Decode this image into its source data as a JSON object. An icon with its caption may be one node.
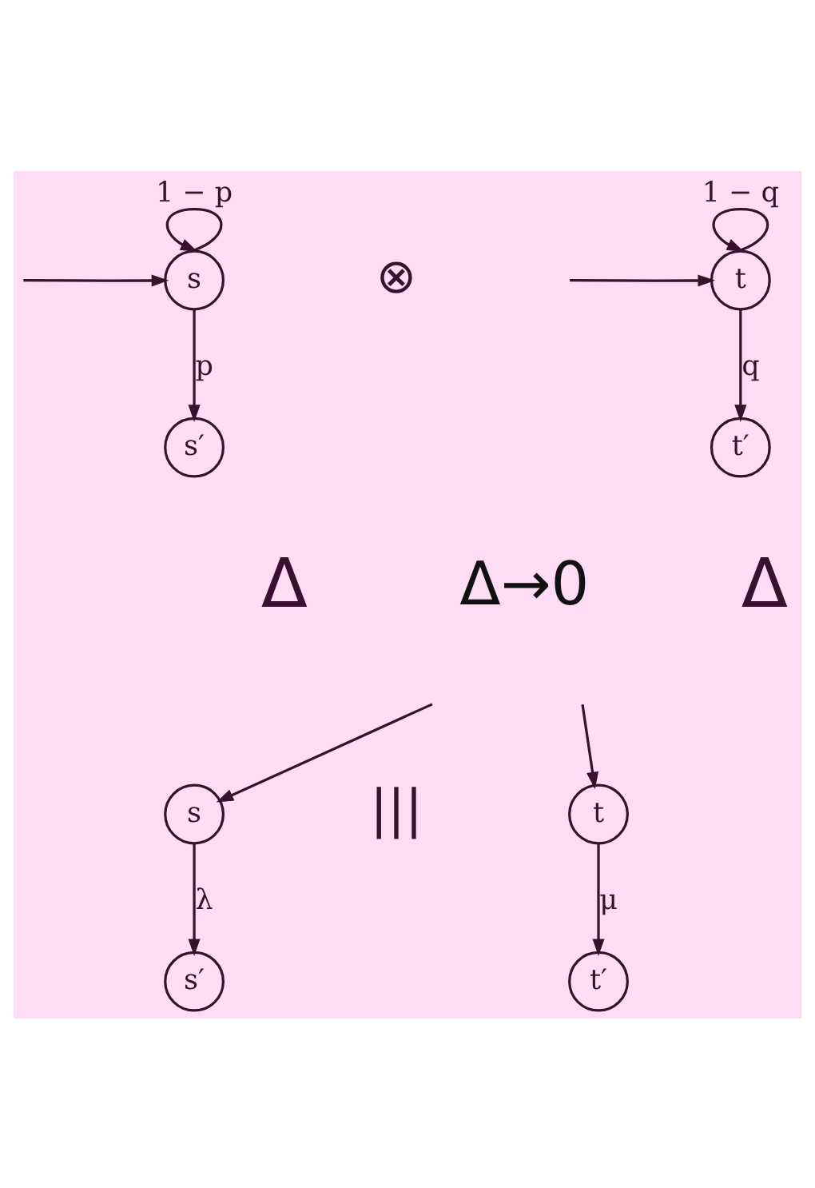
{
  "diagram": {
    "nodes": [
      {
        "text": [
          "s"
        ]
      },
      {
        "text": [
          "t"
        ]
      },
      {
        "text": [
          "s′"
        ]
      },
      {
        "text": [
          "t′"
        ]
      },
      {
        "text": [
          "s"
        ]
      },
      {
        "text": [
          "t"
        ]
      },
      {
        "text": [
          "s′"
        ]
      },
      {
        "text": [
          "t′"
        ]
      }
    ],
    "edges": [
      {
        "from": 0,
        "to": 0,
        "arrow": "to",
        "label": "1 − p"
      },
      {
        "from": 1,
        "to": 1,
        "arrow": "to",
        "label": "1 − q"
      },
      {
        "from": null,
        "to": 0,
        "arrow": "to"
      },
      {
        "from": null,
        "to": 1,
        "arrow": "to"
      },
      {
        "from": 0,
        "to": 2,
        "arrow": "to",
        "label": "p"
      },
      {
        "from": 1,
        "to": 3,
        "arrow": "to",
        "label": "q"
      },
      {
        "from": null,
        "to": 4,
        "arrow": "to"
      },
      {
        "from": null,
        "to": 5,
        "arrow": "to"
      },
      {
        "from": 4,
        "to": 6,
        "arrow": "to",
        "label": "λ"
      },
      {
        "from": 5,
        "to": 7,
        "arrow": "to",
        "label": "μ"
      }
    ],
    "labels": [
      "⊗",
      "Δ→0",
      "Δ",
      "Δ",
      "|||"
    ]
  }
}
